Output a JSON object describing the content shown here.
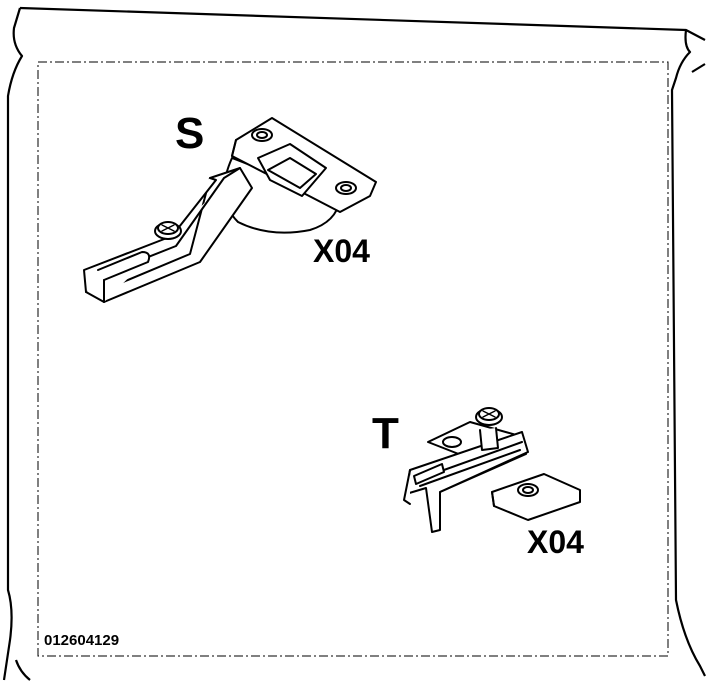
{
  "parts": [
    {
      "letter": "S",
      "quantity": "X04",
      "icon": "hinge-arm-icon"
    },
    {
      "letter": "T",
      "quantity": "X04",
      "icon": "mounting-plate-icon"
    }
  ],
  "article_number": "012604129",
  "colors": {
    "line": "#000000",
    "background": "#ffffff"
  }
}
